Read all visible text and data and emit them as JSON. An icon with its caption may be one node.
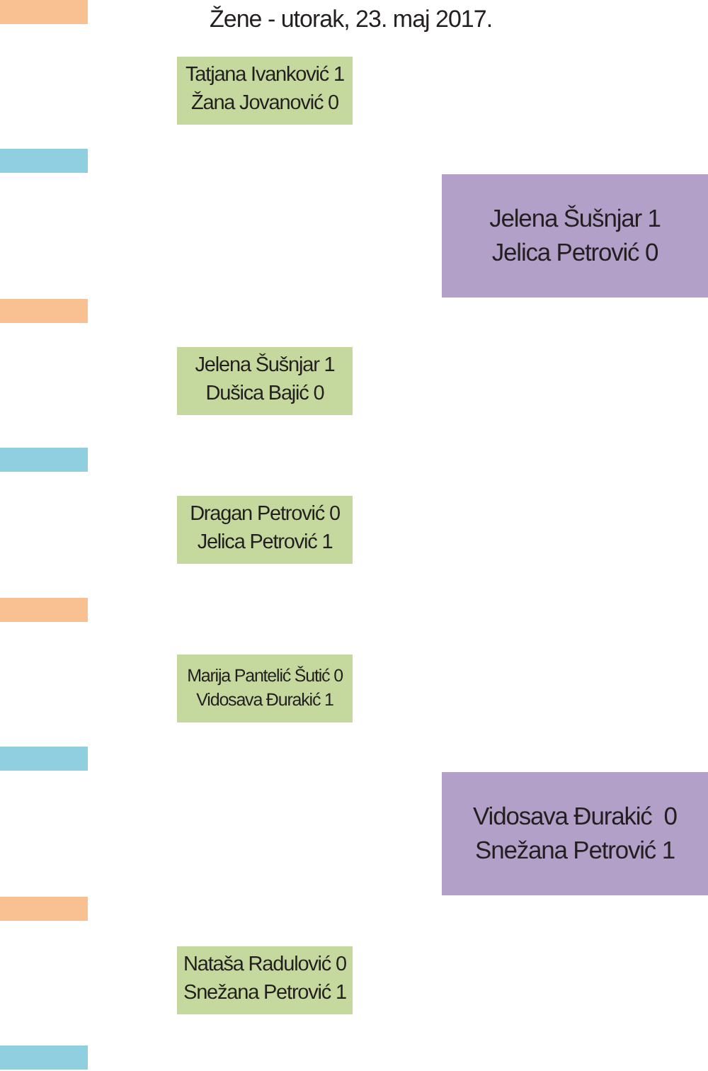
{
  "diagram": {
    "title": "Žene - utorak, 23. maj 2017.",
    "nodes": [
      {
        "text": [
          "Tatjana Ivanković 1",
          "Žana Jovanović 0"
        ]
      },
      {
        "text": [
          "Jelena Šušnjar 1",
          "Jelica Petrović 0"
        ]
      },
      {
        "text": [
          "Jelena Šušnjar 1",
          "Dušica Bajić 0"
        ]
      },
      {
        "text": [
          "Dragan Petrović 0",
          "Jelica Petrović 1"
        ]
      },
      {
        "text": [
          "Marija Pantelić Šutić 0",
          "Vidosava Đurakić 1"
        ]
      },
      {
        "text": [
          "Vidosava Đurakić  0",
          "Snežana Petrović 1"
        ]
      },
      {
        "text": [
          "Nataša Radulović 0",
          "Snežana Petrović 1"
        ]
      }
    ]
  }
}
